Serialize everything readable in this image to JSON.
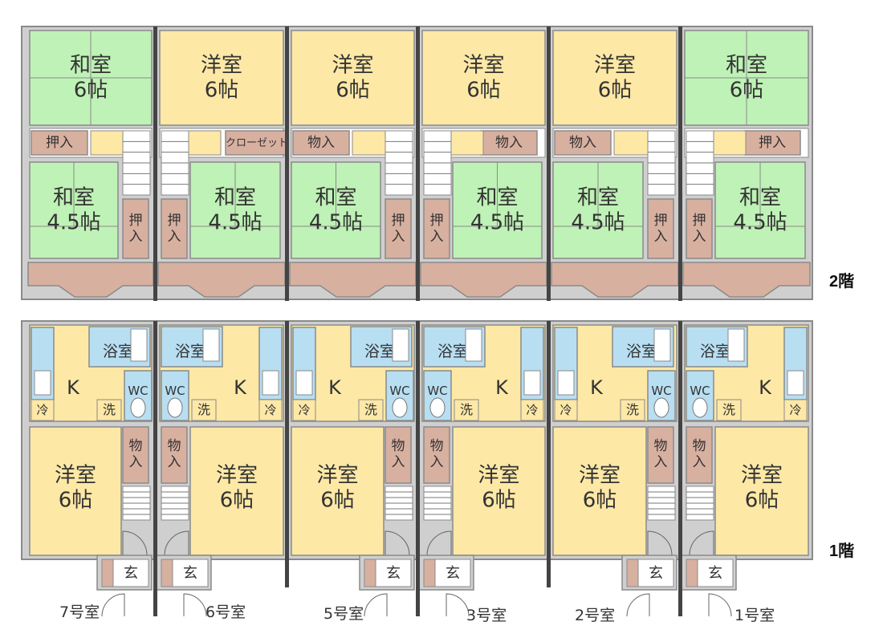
{
  "colors": {
    "tatami": "#bff2b6",
    "wood": "#fde8a6",
    "closet": "#d8b0a0",
    "wet": "#b8def2",
    "partition": "#444444",
    "wall": "#9a9a9a"
  },
  "floor2": {
    "floor_label": "2階",
    "upper_rooms": [
      "和室\n6帖",
      "洋室\n6帖",
      "洋室\n6帖",
      "洋室\n6帖",
      "洋室\n6帖",
      "和室\n6帖"
    ],
    "lower_rooms": [
      "和室\n4.5帖",
      "和室\n4.5帖",
      "和室\n4.5帖",
      "和室\n4.5帖",
      "和室\n4.5帖",
      "和室\n4.5帖"
    ],
    "closet_labels": [
      "押入",
      "クローゼット",
      "物入",
      "物入",
      "物入",
      "押入"
    ],
    "side_closet_label": "押\n入"
  },
  "floor1": {
    "floor_label": "1階",
    "rooms": [
      "洋室\n6帖",
      "洋室\n6帖",
      "洋室\n6帖",
      "洋室\n6帖",
      "洋室\n6帖",
      "洋室\n6帖"
    ],
    "bath_label": "浴室",
    "kitchen_label": "K",
    "toilet_label": "WC",
    "wash_label": "洗",
    "fridge_label": "冷",
    "storage_label": "物\n入",
    "entrance_label": "玄"
  },
  "unit_labels": [
    "7号室",
    "6号室",
    "5号室",
    "3号室",
    "2号室",
    "1号室"
  ]
}
